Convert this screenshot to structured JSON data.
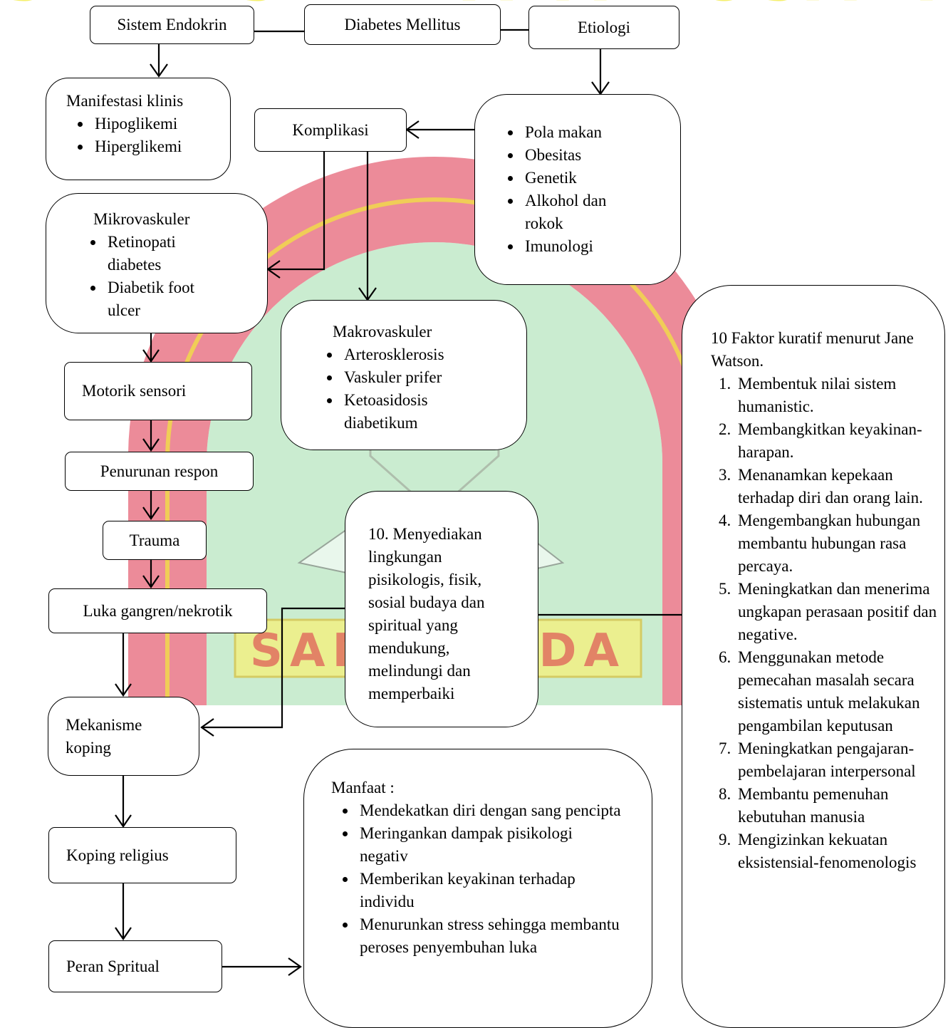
{
  "colors": {
    "watermark_red": "#dc2b46",
    "watermark_green": "#a6dfb0",
    "watermark_yellow": "#f2ea3a",
    "line": "#000000"
  },
  "watermark": {
    "text_arc": "STIKES WIYATA HUSADA",
    "text_banner": "SAMARINDA"
  },
  "nodes": {
    "sistem_endokrin": "Sistem Endokrin",
    "diabetes_mellitus": "Diabetes Mellitus",
    "etiologi": "Etiologi",
    "manifestasi": {
      "title": "Manifestasi klinis",
      "items": [
        "Hipoglikemi",
        "Hiperglikemi"
      ]
    },
    "komplikasi": "Komplikasi",
    "etiologi_list": [
      "Pola makan",
      "Obesitas",
      "Genetik",
      "Alkohol dan rokok",
      "Imunologi"
    ],
    "mikrovaskuler": {
      "title": "Mikrovaskuler",
      "items": [
        "Retinopati diabetes",
        "Diabetik foot ulcer"
      ]
    },
    "makrovaskuler": {
      "title": "Makrovaskuler",
      "items": [
        "Arterosklerosis",
        "Vaskuler prifer",
        "Ketoasidosis diabetikum"
      ]
    },
    "motorik_sensori": "Motorik sensori",
    "penurunan_respon": "Penurunan respon",
    "trauma": "Trauma",
    "luka_gangren": "Luka gangren/nekrotik",
    "faktor_10": "10. Menyediakan lingkungan pisikologis, fisik, sosial budaya  dan spiritual yang mendukung, melindungi dan memperbaiki",
    "mekanisme_koping": "Mekanisme koping",
    "koping_religius": "Koping religius",
    "peran_spritual": "Peran Spritual",
    "manfaat": {
      "title": "Manfaat :",
      "items": [
        "Mendekatkan diri dengan sang pencipta",
        "Meringankan dampak pisikologi negativ",
        "Memberikan keyakinan terhadap individu",
        "Menurunkan stress sehingga membantu peroses penyembuhan luka"
      ]
    },
    "watson": {
      "title": "10 Faktor kuratif menurut Jane Watson.",
      "items": [
        "Membentuk nilai sistem humanistic.",
        "Membangkitkan keyakinan-harapan.",
        "Menanamkan kepekaan terhadap diri dan orang lain.",
        "Mengembangkan hubungan membantu hubungan rasa percaya.",
        "Meningkatkan dan menerima ungkapan perasaan positif dan negative.",
        "Menggunakan metode pemecahan masalah secara sistematis untuk melakukan pengambilan keputusan",
        "Meningkatkan pengajaran-pembelajaran interpersonal",
        "Membantu pemenuhan kebutuhan manusia",
        "Mengizinkan kekuatan eksistensial-fenomenologis"
      ]
    }
  }
}
